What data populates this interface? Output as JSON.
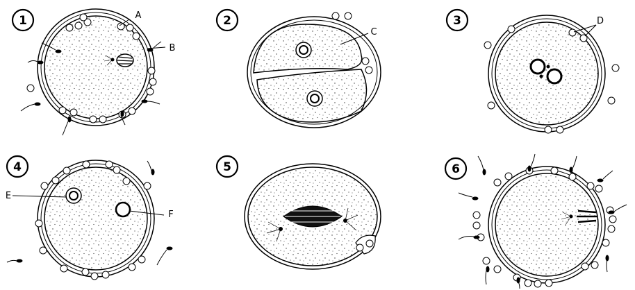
{
  "panels": [
    {
      "number": "1"
    },
    {
      "number": "2"
    },
    {
      "number": "3"
    },
    {
      "number": "4"
    },
    {
      "number": "5"
    },
    {
      "number": "6"
    }
  ],
  "labels": {
    "a": "A",
    "b": "B",
    "c": "C",
    "d": "D",
    "e": "E",
    "f": "F"
  }
}
